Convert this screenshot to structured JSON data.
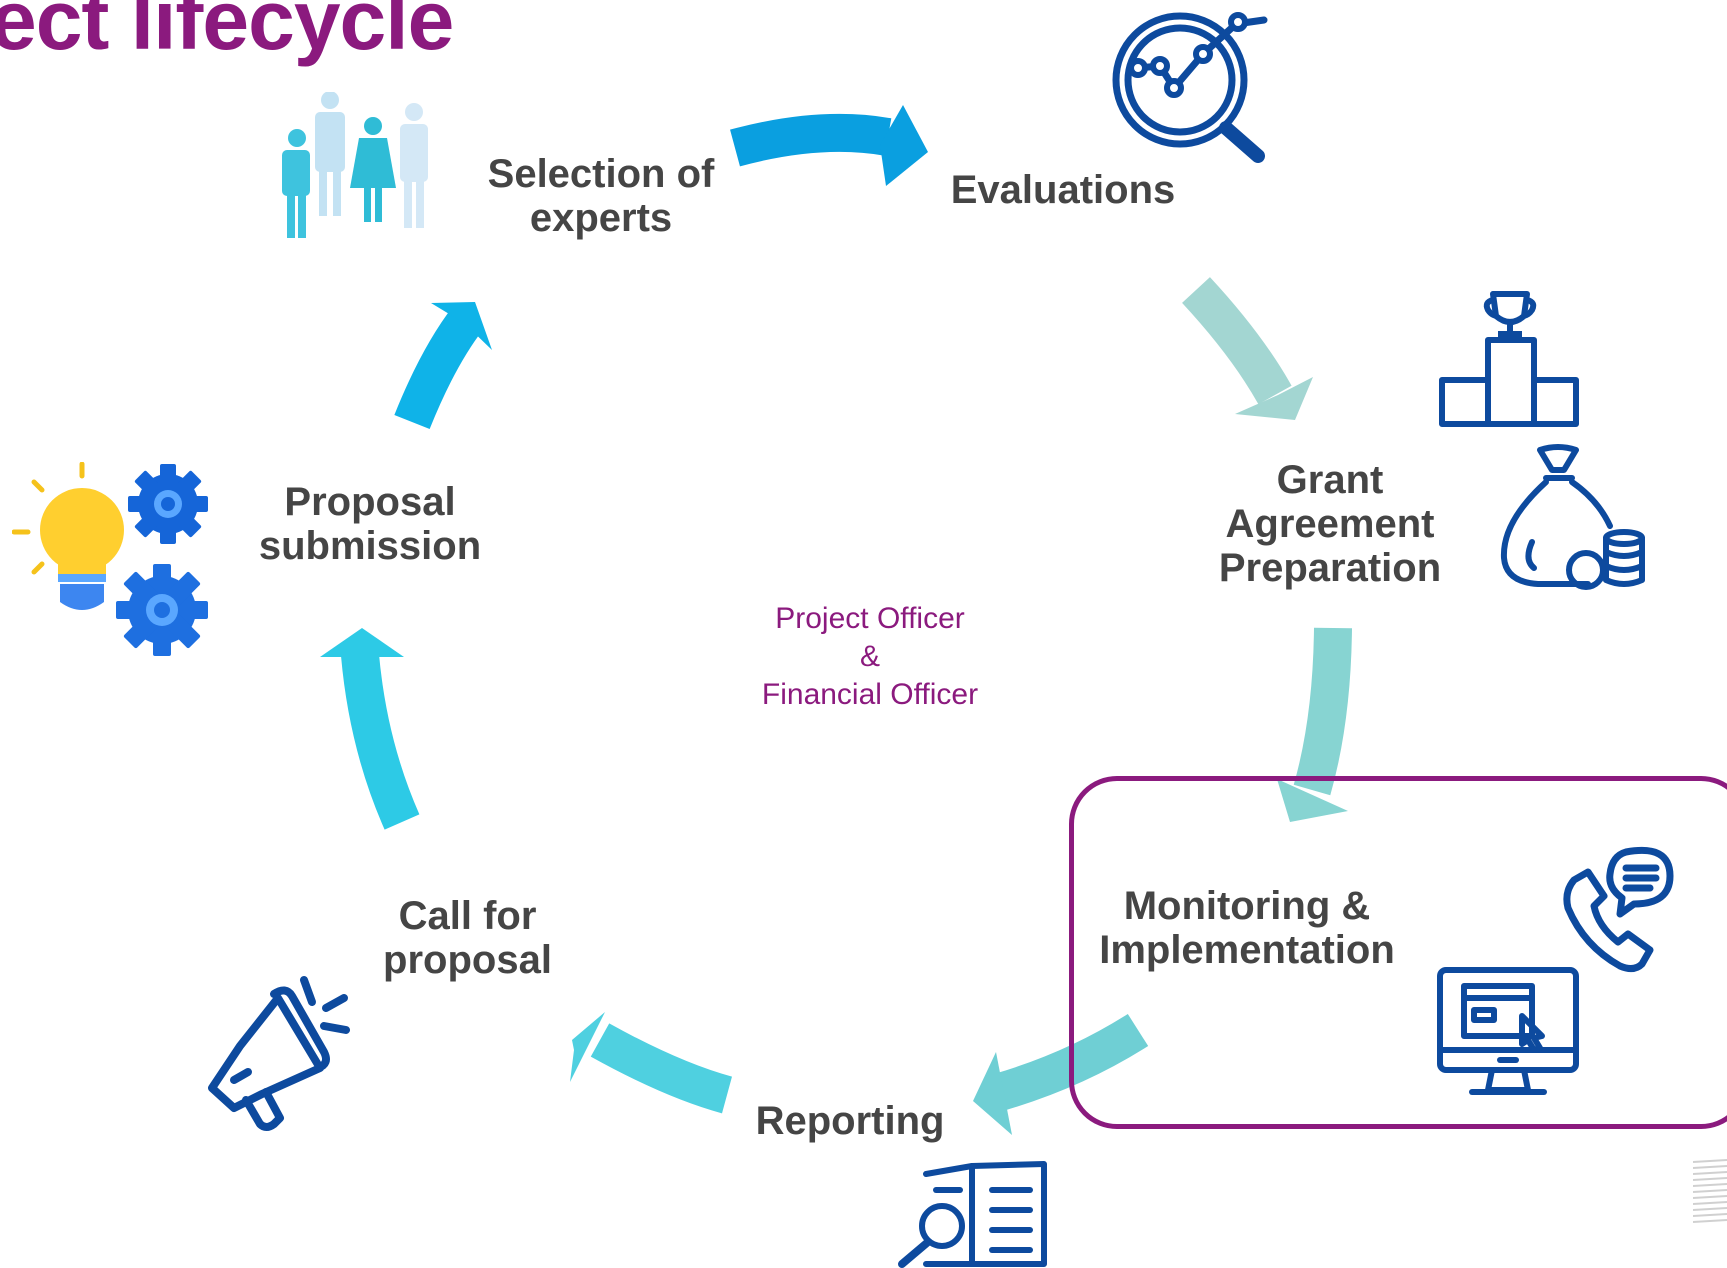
{
  "title": "ect lifecycle",
  "center": {
    "text": "Project Officer\n&\nFinancial Officer"
  },
  "stages": {
    "selection": {
      "label": "Selection of\nexperts"
    },
    "evaluations": {
      "label": "Evaluations"
    },
    "grant": {
      "label": "Grant\nAgreement\nPreparation"
    },
    "monitoring": {
      "label": "Monitoring &\nImplementation"
    },
    "reporting": {
      "label": "Reporting"
    },
    "call": {
      "label": "Call for\nproposal"
    },
    "proposal": {
      "label": "Proposal\nsubmission"
    }
  },
  "icons": {
    "selection": "people-group-icon",
    "evaluations": "magnifier-chart-icon",
    "grant_top": "trophy-podium-icon",
    "grant_bottom": "money-bag-icon",
    "monitoring_top": "phone-chat-icon",
    "monitoring_bottom": "monitor-screen-icon",
    "reporting": "document-search-icon",
    "call": "megaphone-icon",
    "proposal": "lightbulb-gears-icon"
  },
  "colors": {
    "title": "#8b1a7e",
    "label": "#454545",
    "center_text": "#8b1a7e",
    "highlight_border": "#8b1a7e",
    "icon_navy": "#0d4a9e",
    "arrow_blue": "#0a9fe0",
    "arrow_teal_light": "#a3d6d2",
    "arrow_teal": "#87d4d2",
    "arrow_cyan": "#4fd0e0"
  }
}
